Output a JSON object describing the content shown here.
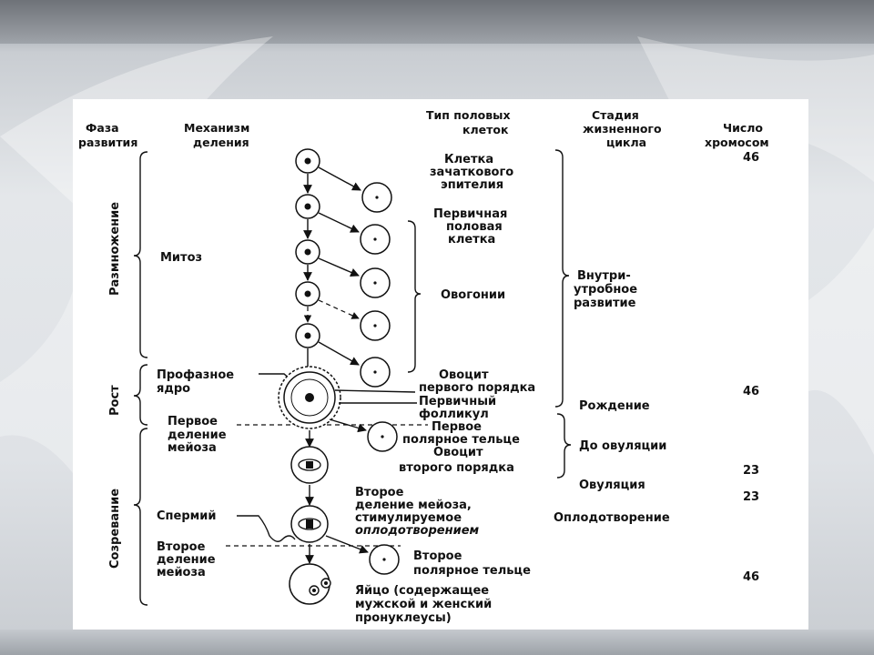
{
  "headers": {
    "phase": [
      "Фаза",
      "развития"
    ],
    "mechanism": [
      "Механизм",
      "деления"
    ],
    "cell_type": [
      "Тип половых",
      "клеток"
    ],
    "stage": [
      "Стадия",
      "жизненного",
      "цикла"
    ],
    "chromosomes": [
      "Число",
      "хромосом"
    ]
  },
  "phases": {
    "reproduction": "Размножение",
    "growth": "Рост",
    "maturation": "Созревание"
  },
  "mechanism_labels": {
    "mitosis": "Митоз",
    "prophase_nucleus": [
      "Профазное",
      "ядро"
    ],
    "first_meiosis": [
      "Первое",
      "деление",
      "мейоза"
    ],
    "sperm": "Спермий",
    "second_meiosis": [
      "Второе",
      "деление",
      "мейоза"
    ]
  },
  "cell_labels": {
    "germinal_epithelium": [
      "Клетка",
      "зачаткового",
      "эпителия"
    ],
    "primary_germ_cell": [
      "Первичная",
      "половая",
      "клетка"
    ],
    "oogonia": "Овогонии",
    "primary_oocyte": [
      "Овоцит",
      "первого порядка"
    ],
    "primary_follicle": [
      "Первичный",
      "фолликул"
    ],
    "first_polar_body": [
      "Первое",
      "полярное тельце"
    ],
    "secondary_oocyte": [
      "Овоцит",
      "второго порядка"
    ],
    "second_meiosis_note": [
      "Второе",
      "деление мейоза,",
      "стимулируемое"
    ],
    "second_meiosis_note_italic": "оплодотворением",
    "second_polar_body": [
      "Второе",
      "полярное тельце"
    ],
    "egg": [
      "Яйцо (содержащее",
      "мужской и женский",
      "пронуклеусы)"
    ]
  },
  "stages": {
    "intrauterine": [
      "Внутри-",
      "утробное",
      "развитие"
    ],
    "birth": "Рождение",
    "before_ovulation": "До овуляции",
    "ovulation": "Овуляция",
    "fertilization": "Оплодотворение"
  },
  "chromosome_counts": {
    "c1": "46",
    "c2": "46",
    "c3": "23",
    "c4": "23",
    "c5": "46"
  }
}
